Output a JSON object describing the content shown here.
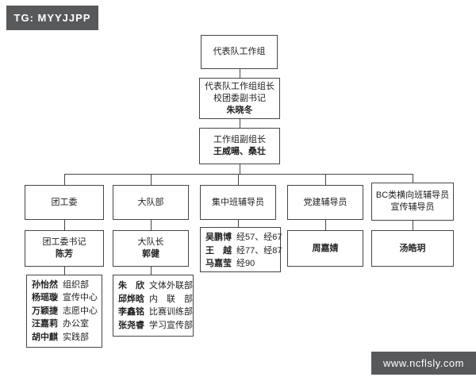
{
  "watermarks": {
    "telegram": "TG: MYYJJPP",
    "website": "www.ncflsly.com"
  },
  "colors": {
    "watermark_bg": "#58595b",
    "box_border": "#454545",
    "text": "#222222",
    "background": "#ffffff"
  },
  "org": {
    "root": {
      "title": "代表队工作组"
    },
    "leader": {
      "role1": "代表队工作组组长",
      "role2": "校团委副书记",
      "name": "朱晓冬"
    },
    "deputy": {
      "role": "工作组副组长",
      "names": "王威暘、桑壮"
    },
    "branches": [
      {
        "title": "团工委",
        "head_role": "团工委书记",
        "head_name": "陈芳",
        "members": [
          {
            "name": "孙怡然",
            "dept": "组织部"
          },
          {
            "name": "杨瑶璇",
            "dept": "宣传中心"
          },
          {
            "name": "万颖捷",
            "dept": "志愿中心"
          },
          {
            "name": "汪嘉莉",
            "dept": "办公室"
          },
          {
            "name": "胡中麒",
            "dept": "实践部"
          }
        ]
      },
      {
        "title": "大队部",
        "head_role": "大队长",
        "head_name": "郭健",
        "members": [
          {
            "name": "朱　欣",
            "dept": "文体外联部"
          },
          {
            "name": "邱烨晗",
            "dept": "内　联　部"
          },
          {
            "name": "李鑫铭",
            "dept": "比赛训练部"
          },
          {
            "name": "张尧睿",
            "dept": "学习宣传部"
          }
        ]
      },
      {
        "title": "集中班辅导员",
        "counselors": [
          {
            "name": "吴鹏博",
            "classes": "经57、经67"
          },
          {
            "name": "王　越",
            "classes": "经77、经87"
          },
          {
            "name": "马嘉莹",
            "classes": "经90"
          }
        ]
      },
      {
        "title": "党建辅导员",
        "head_name": "周嘉婧"
      },
      {
        "title": "BC类横向班辅导员",
        "title2": "宣传辅导员",
        "head_name": "汤皓玥"
      }
    ]
  }
}
